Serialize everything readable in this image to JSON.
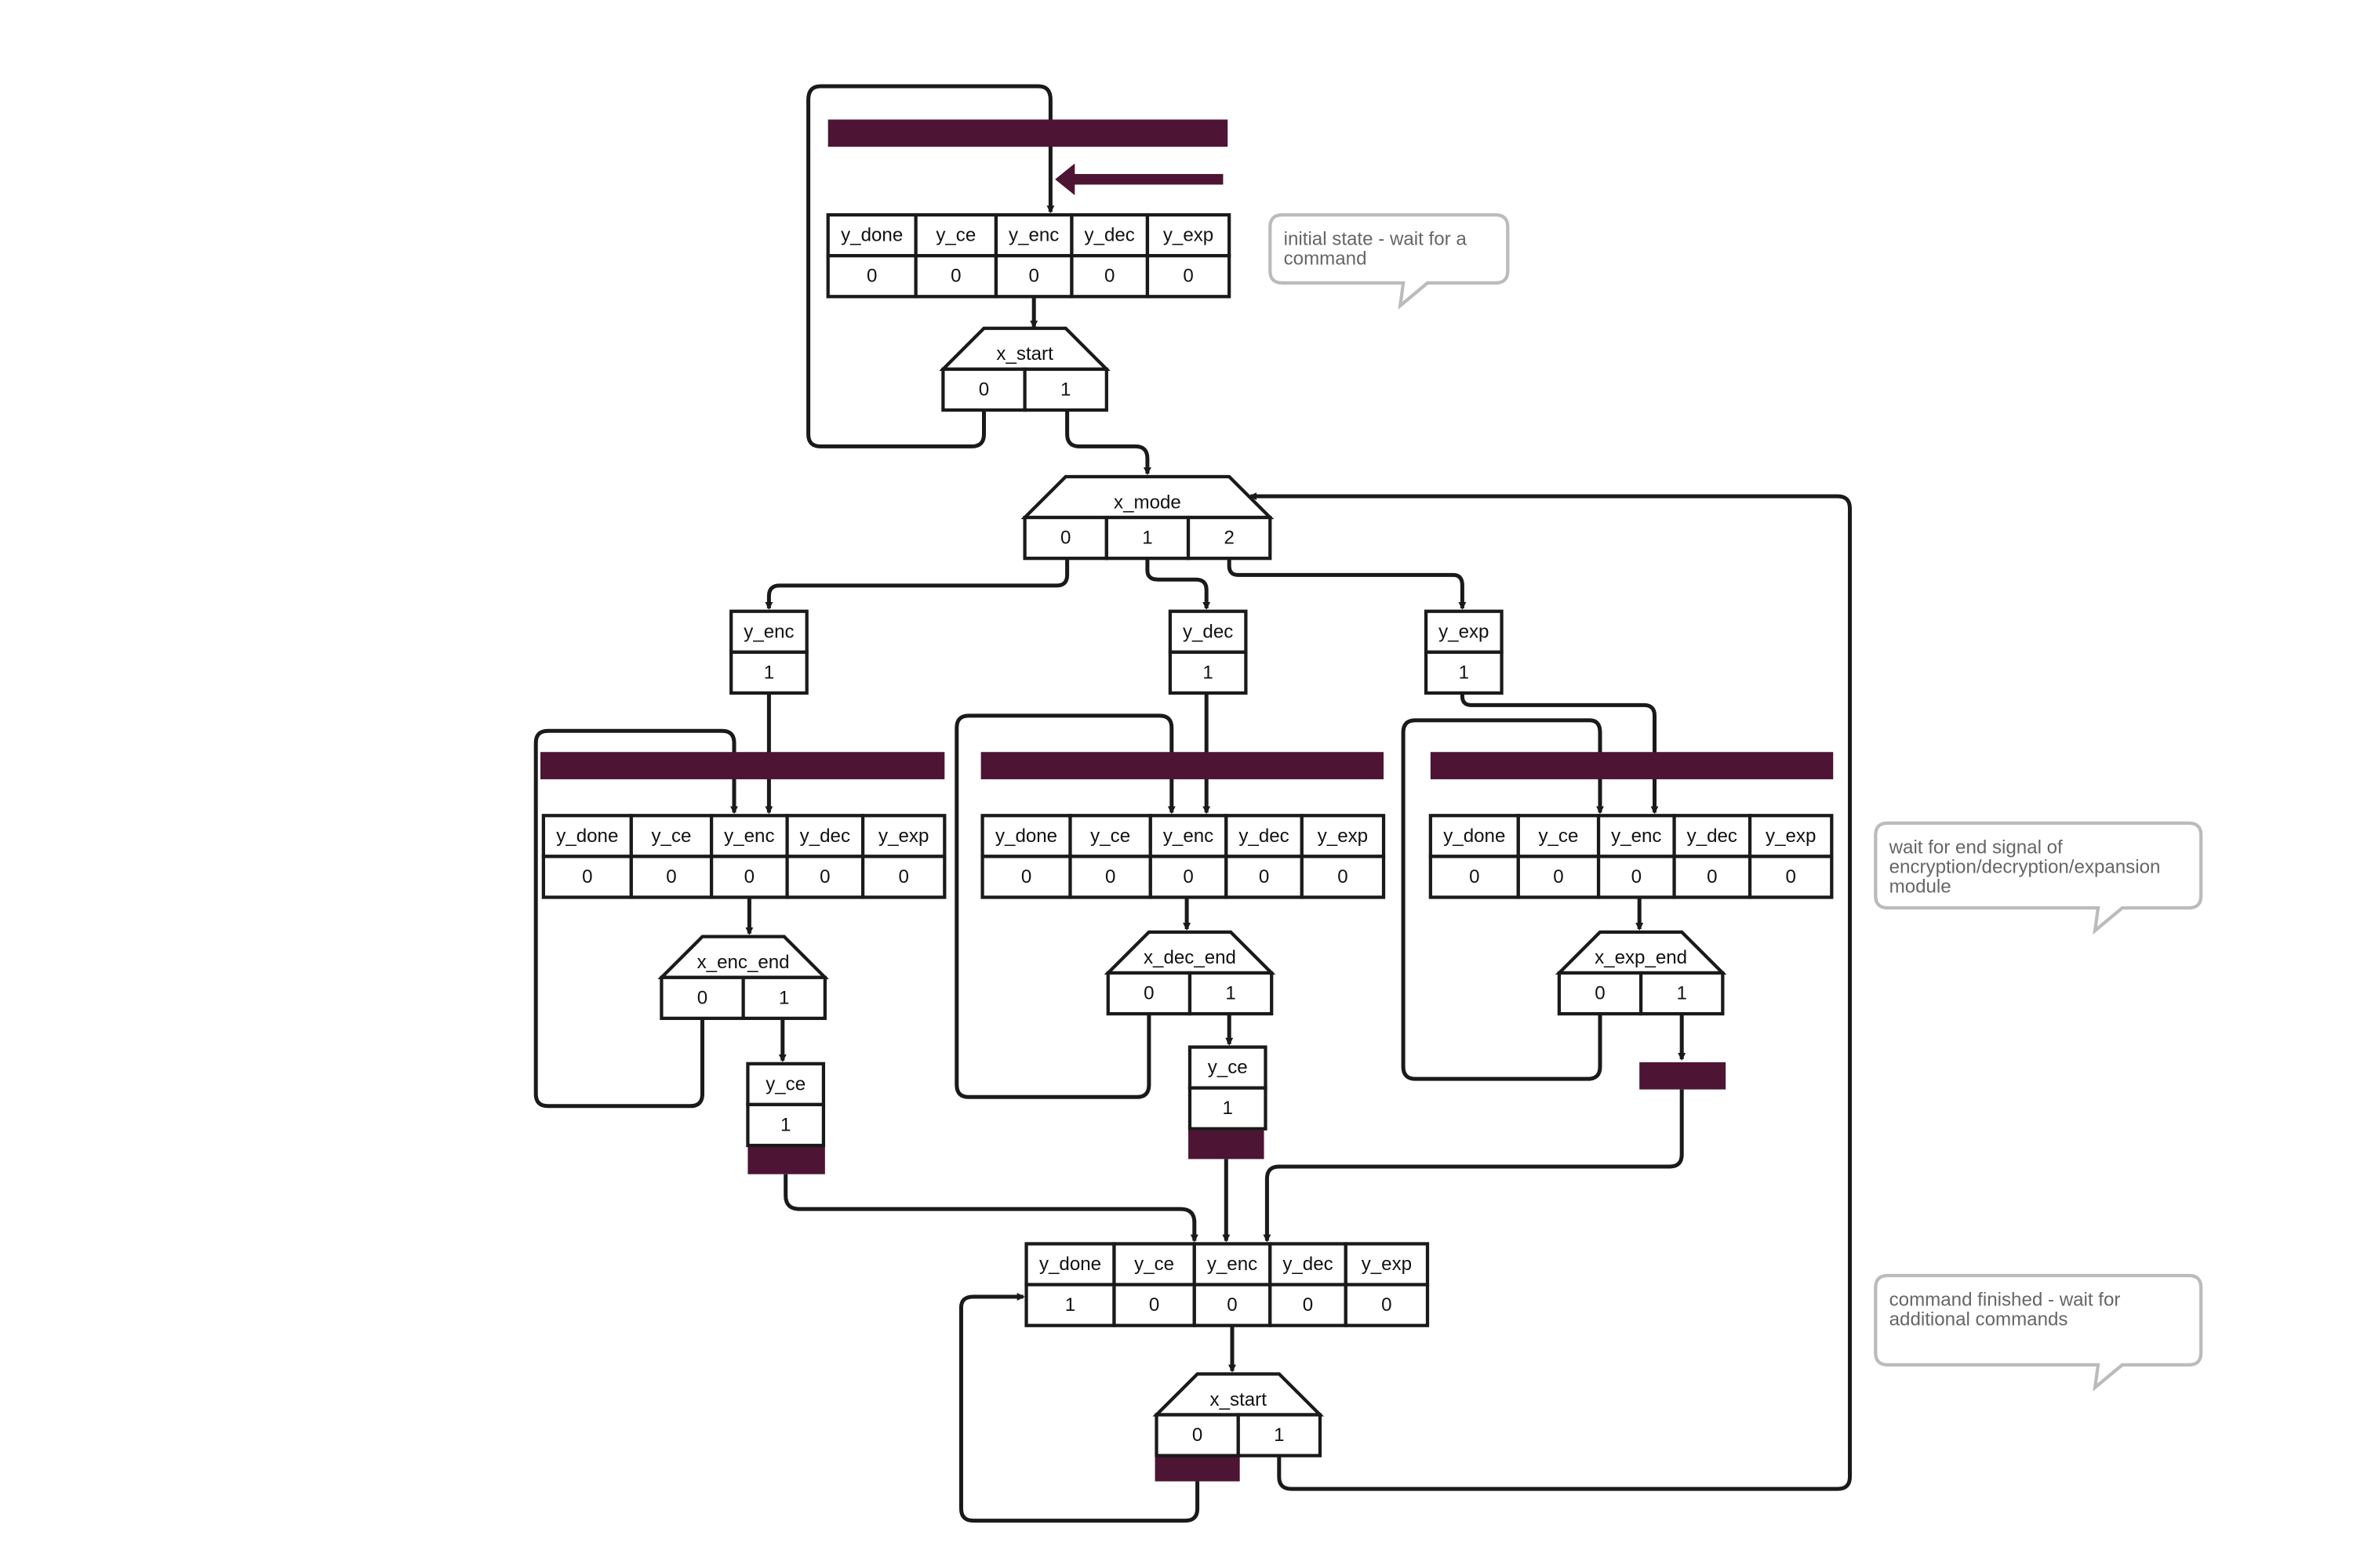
{
  "colors": {
    "bar": "#4d1433",
    "line": "#1a1a1a",
    "callout_border": "#bbbbbb",
    "callout_text": "#666666"
  },
  "output_headers": [
    "y_done",
    "y_ce",
    "y_enc",
    "y_dec",
    "y_exp"
  ],
  "states": {
    "initial": {
      "values": [
        "0",
        "0",
        "0",
        "0",
        "0"
      ]
    },
    "encryption": {
      "values": [
        "0",
        "0",
        "0",
        "0",
        "0"
      ]
    },
    "decryption": {
      "values": [
        "0",
        "0",
        "0",
        "0",
        "0"
      ]
    },
    "expansion": {
      "values": [
        "0",
        "0",
        "0",
        "0",
        "0"
      ]
    },
    "finished": {
      "values": [
        "1",
        "0",
        "0",
        "0",
        "0"
      ]
    }
  },
  "conditions": {
    "start_initial": {
      "name": "x_start",
      "options": [
        "0",
        "1"
      ]
    },
    "mode": {
      "name": "x_mode",
      "options": [
        "0",
        "1",
        "2"
      ]
    },
    "enc_end": {
      "name": "x_enc_end",
      "options": [
        "0",
        "1"
      ]
    },
    "dec_end": {
      "name": "x_dec_end",
      "options": [
        "0",
        "1"
      ]
    },
    "exp_end": {
      "name": "x_exp_end",
      "options": [
        "0",
        "1"
      ]
    },
    "start_final": {
      "name": "x_start",
      "options": [
        "0",
        "1"
      ]
    }
  },
  "outputs": {
    "set_enc": {
      "name": "y_enc",
      "value": "1"
    },
    "set_dec": {
      "name": "y_dec",
      "value": "1"
    },
    "set_exp": {
      "name": "y_exp",
      "value": "1"
    },
    "ce_enc": {
      "name": "y_ce",
      "value": "1"
    },
    "ce_dec": {
      "name": "y_ce",
      "value": "1"
    }
  },
  "callouts": {
    "initial": {
      "lines": [
        "initial state - wait for a",
        "command"
      ]
    },
    "wait_end": {
      "lines": [
        "wait for end signal of",
        "encryption/decryption/expansion",
        "module"
      ]
    },
    "finished": {
      "lines": [
        "command finished - wait for",
        "additional commands"
      ]
    }
  }
}
